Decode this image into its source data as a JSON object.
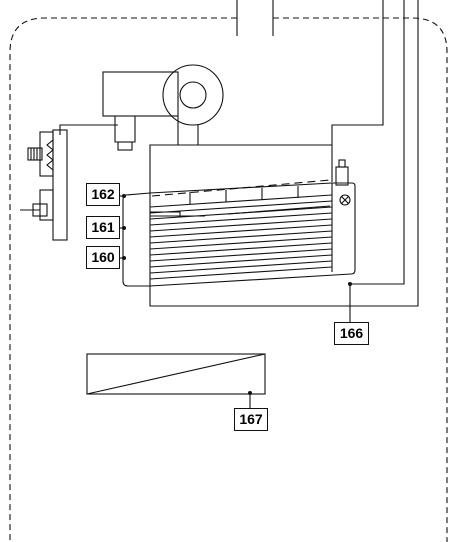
{
  "callouts": {
    "c162": "162",
    "c161": "161",
    "c160": "160",
    "c166": "166",
    "c167": "167"
  },
  "colors": {
    "line": "#111111",
    "background": "#ffffff"
  }
}
